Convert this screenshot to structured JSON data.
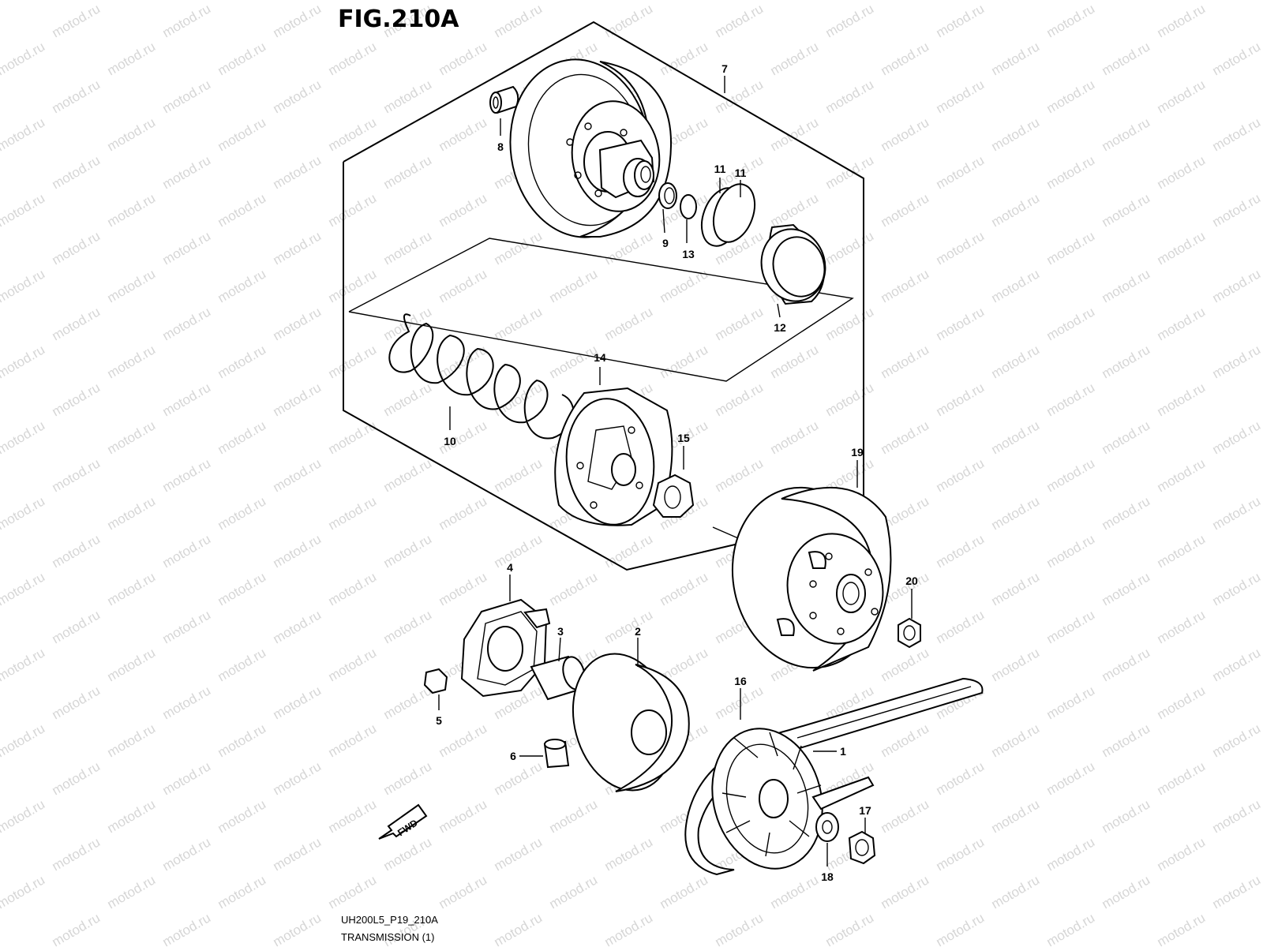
{
  "figure": {
    "title": "FIG.210A",
    "code": "UH200L5_P19_210A",
    "caption": "TRANSMISSION (1)",
    "fwd_label": "FWD",
    "watermark": "motod.ru"
  },
  "callouts": [
    {
      "id": "p1",
      "label": "1"
    },
    {
      "id": "p2",
      "label": "2"
    },
    {
      "id": "p3",
      "label": "3"
    },
    {
      "id": "p4",
      "label": "4"
    },
    {
      "id": "p5",
      "label": "5"
    },
    {
      "id": "p6",
      "label": "6"
    },
    {
      "id": "p7",
      "label": "7"
    },
    {
      "id": "p8",
      "label": "8"
    },
    {
      "id": "p9",
      "label": "9"
    },
    {
      "id": "p10",
      "label": "10"
    },
    {
      "id": "p11a",
      "label": "11"
    },
    {
      "id": "p11b",
      "label": "11"
    },
    {
      "id": "p12",
      "label": "12"
    },
    {
      "id": "p13",
      "label": "13"
    },
    {
      "id": "p14",
      "label": "14"
    },
    {
      "id": "p15",
      "label": "15"
    },
    {
      "id": "p16",
      "label": "16"
    },
    {
      "id": "p17",
      "label": "17"
    },
    {
      "id": "p18",
      "label": "18"
    },
    {
      "id": "p19",
      "label": "19"
    },
    {
      "id": "p20",
      "label": "20"
    }
  ],
  "colors": {
    "line": "#000000",
    "background": "#ffffff",
    "watermark": "#d6d6d6"
  }
}
